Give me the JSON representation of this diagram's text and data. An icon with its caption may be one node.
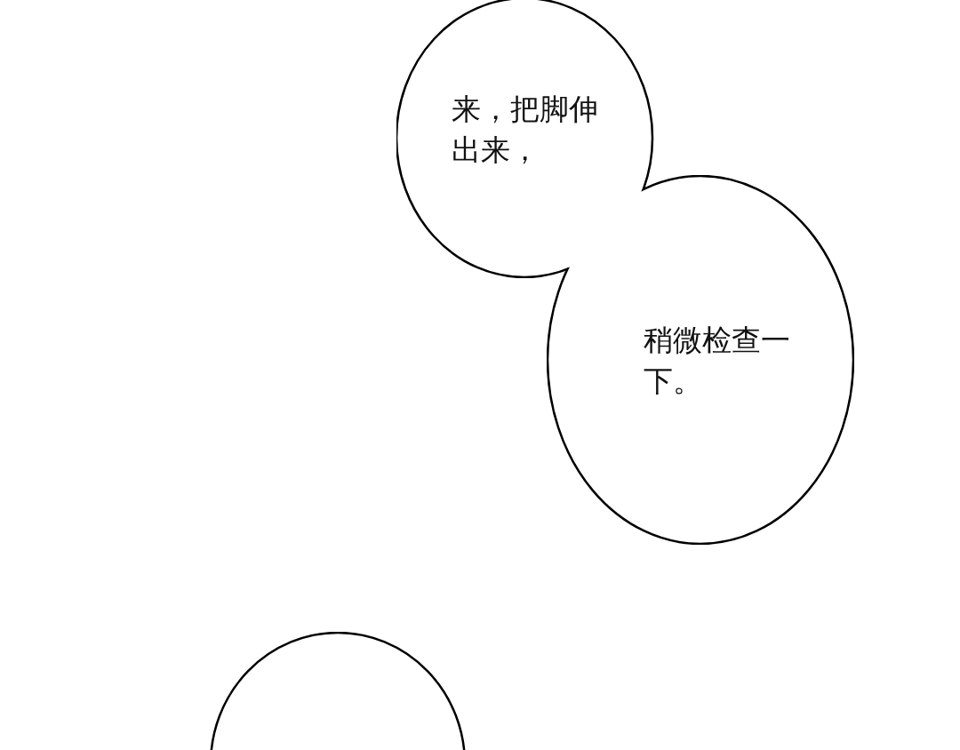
{
  "diagram": {
    "nodes": [
      {
        "text": [
          "来，把脚伸出来，"
        ]
      },
      {
        "text": [
          "稍微检查一下。"
        ]
      },
      {
        "text": [],
        "shape": "circle"
      }
    ]
  }
}
